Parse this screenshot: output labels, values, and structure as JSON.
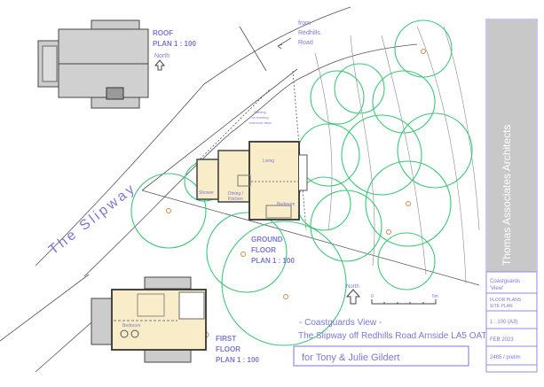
{
  "roof_plan": {
    "title_line1": "ROOF",
    "title_line2": "PLAN  1 : 100",
    "north": "North"
  },
  "road_note": {
    "line1": "from",
    "line2": "Redhills",
    "line3": "Road"
  },
  "parking_note": {
    "line1": "Parking",
    "line2": "on existing",
    "line3": "forecourt area"
  },
  "street_name": "The Slipway",
  "ground_floor": {
    "title_line1": "GROUND",
    "title_line2": "FLOOR",
    "title_line3": "PLAN  1 : 100",
    "rooms": {
      "living": "Living",
      "dining": "Dining /",
      "kitchen": "Kitchen",
      "shower": "Shower",
      "bedroom": "Bedroom"
    }
  },
  "first_floor": {
    "title_line1": "FIRST",
    "title_line2": "FLOOR",
    "title_line3": "PLAN  1 : 100",
    "rooms": {
      "bedroom": "Bedroom"
    }
  },
  "site": {
    "north": "North",
    "scale_start": "0",
    "scale_end": "5m"
  },
  "project": {
    "name": "- Coastguards View -",
    "address": "The Slipway off Redhills Road Arnside LA5 OAT",
    "client": "for Tony & Julie Gildert"
  },
  "title_block": {
    "firm": "Thomas Associates Architects",
    "project_line1": "Coastguards",
    "project_line2": "'View'",
    "drawing_line1": "FLOOR PLANS",
    "drawing_line2": "SITE PLAN",
    "scale": "1 : 100  (A3)",
    "date": "FEB 2023",
    "drawing_no": "2485 / prelim"
  },
  "colors": {
    "annotation": "#7b78d6",
    "trees": "#3cc878",
    "floor": "#f8edc8",
    "title_block_bg": "#c8c8c8"
  }
}
